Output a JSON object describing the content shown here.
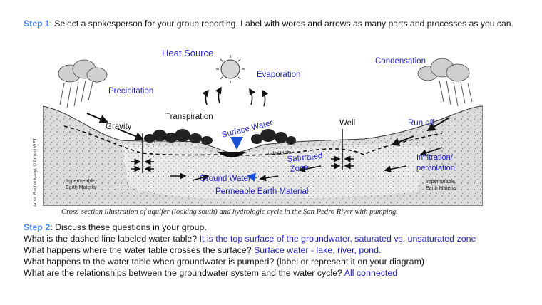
{
  "step1": {
    "label": "Step 1",
    "text": ": Select a spokesperson for your group reporting. Label with words and arrows as many parts and processes as you can."
  },
  "diagram_labels": {
    "heat_source": "Heat Source",
    "evaporation": "Evaporation",
    "condensation": "Condensation",
    "precipitation": "Precipitation",
    "transpiration": "Transpiration",
    "gravity": "Gravity",
    "surface_water": "Surface Water",
    "well": "Well",
    "run_off": "Run off",
    "saturated_zone_1": "Saturated",
    "saturated_zone_2": "Zone",
    "infiltration_1": "Infiltration/",
    "infiltration_2": "percolation",
    "ground_water": "Ground Water",
    "permeable": "Permeable Earth Material",
    "water_table": "water table",
    "impermeable_left_1": "Impermeable",
    "impermeable_left_2": "Earth Material",
    "impermeable_right_1": "Impermeable",
    "impermeable_right_2": "Earth Material"
  },
  "credit": "Artist: Rachel Ivanyi, © Project WET",
  "caption": "Cross-section illustration of aquifer (looking south) and hydrologic cycle in the San Pedro River with pumping.",
  "step2": {
    "label": "Step 2",
    "text": ": Discuss these questions in your group.",
    "questions": [
      {
        "q": "What is the dashed line labeled water table? ",
        "a": "It is the top surface of the groundwater, saturated vs. unsaturated zone"
      },
      {
        "q": "What happens where the water table crosses the surface? ",
        "a": "Surface water - lake, river, pond."
      },
      {
        "q": "What happens to the water table when groundwater is pumped? (label or represent it on your diagram)",
        "a": ""
      },
      {
        "q": "What are the relationships between the groundwater system and the water cycle? ",
        "a": "All connected"
      }
    ]
  },
  "colors": {
    "step_label": "#4a86e8",
    "answer": "#1f1fbf",
    "label_blue": "#1f1fbf",
    "arrow_blue": "#1a4fd6"
  }
}
